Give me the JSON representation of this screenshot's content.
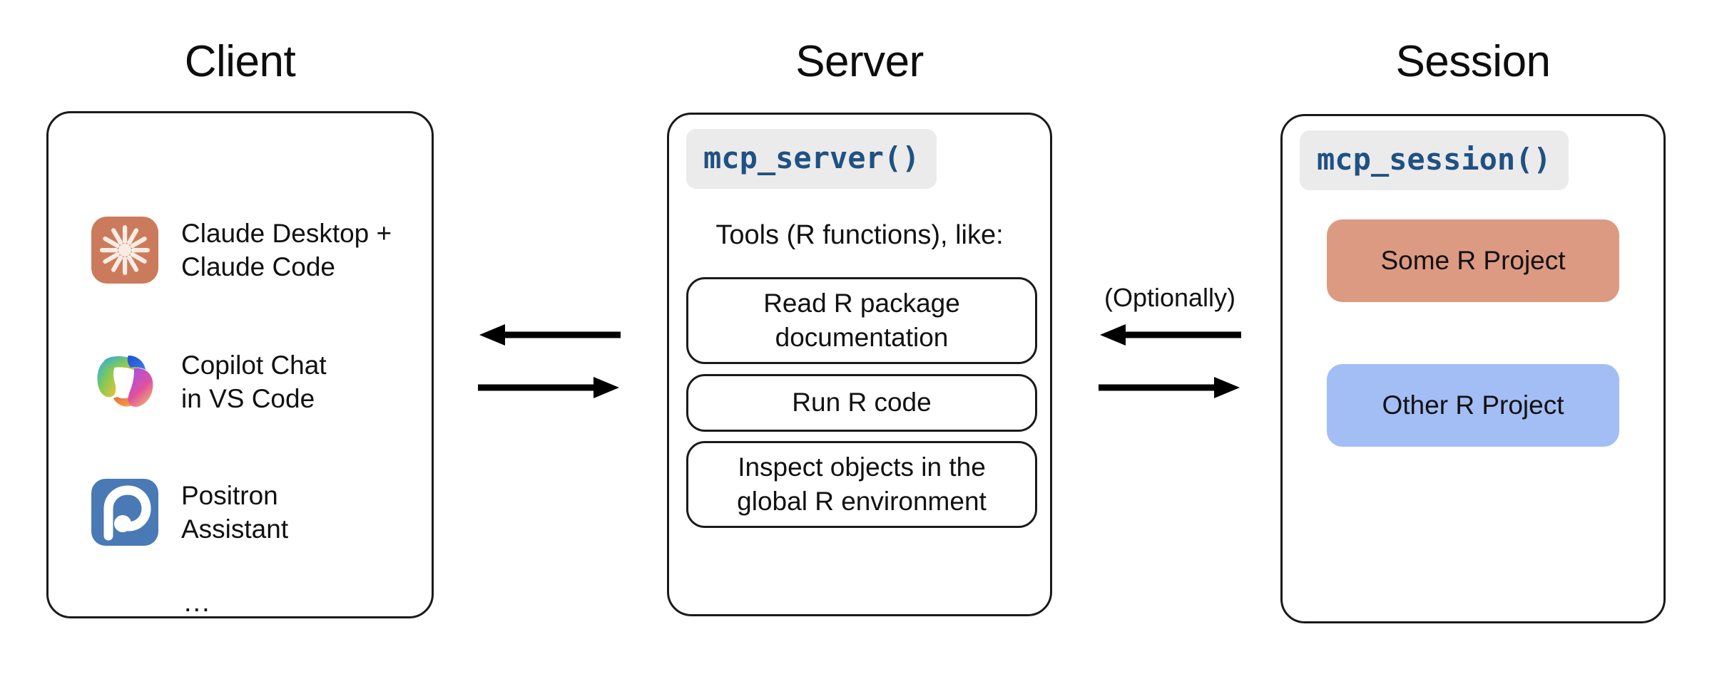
{
  "columns": {
    "client": {
      "title": "Client",
      "items": [
        {
          "icon": "claude-icon",
          "label": "Claude Desktop +\nClaude Code"
        },
        {
          "icon": "copilot-icon",
          "label": "Copilot Chat\nin VS Code"
        },
        {
          "icon": "positron-icon",
          "label": "Positron\nAssistant"
        }
      ],
      "ellipsis": "..."
    },
    "server": {
      "title": "Server",
      "code_badge": "mcp_server()",
      "tools_caption": "Tools (R functions), like:",
      "tools": [
        "Read R package\ndocumentation",
        "Run R code",
        "Inspect objects in the\nglobal R environment"
      ]
    },
    "session": {
      "title": "Session",
      "code_badge": "mcp_session()",
      "projects": [
        {
          "label": "Some R Project",
          "color": "#dd9a82"
        },
        {
          "label": "Other R Project",
          "color": "#a3bdf5"
        }
      ]
    }
  },
  "connectors": {
    "client_server": {
      "top_arrow_direction": "left",
      "bottom_arrow_direction": "right"
    },
    "server_session": {
      "label": "(Optionally)",
      "top_arrow_direction": "left",
      "bottom_arrow_direction": "right"
    }
  },
  "colors": {
    "code_text": "#1f5183",
    "code_badge_bg": "#ebebeb",
    "outline": "#1a1a1a",
    "claude_icon_bg": "#cb7b5c",
    "claude_icon_fg": "#f7ece4",
    "positron_icon_bg": "#4a7ab5",
    "positron_icon_fg": "#ffffff",
    "project_some": "#dd9a82",
    "project_other": "#a3bdf5",
    "background": "#ffffff"
  }
}
